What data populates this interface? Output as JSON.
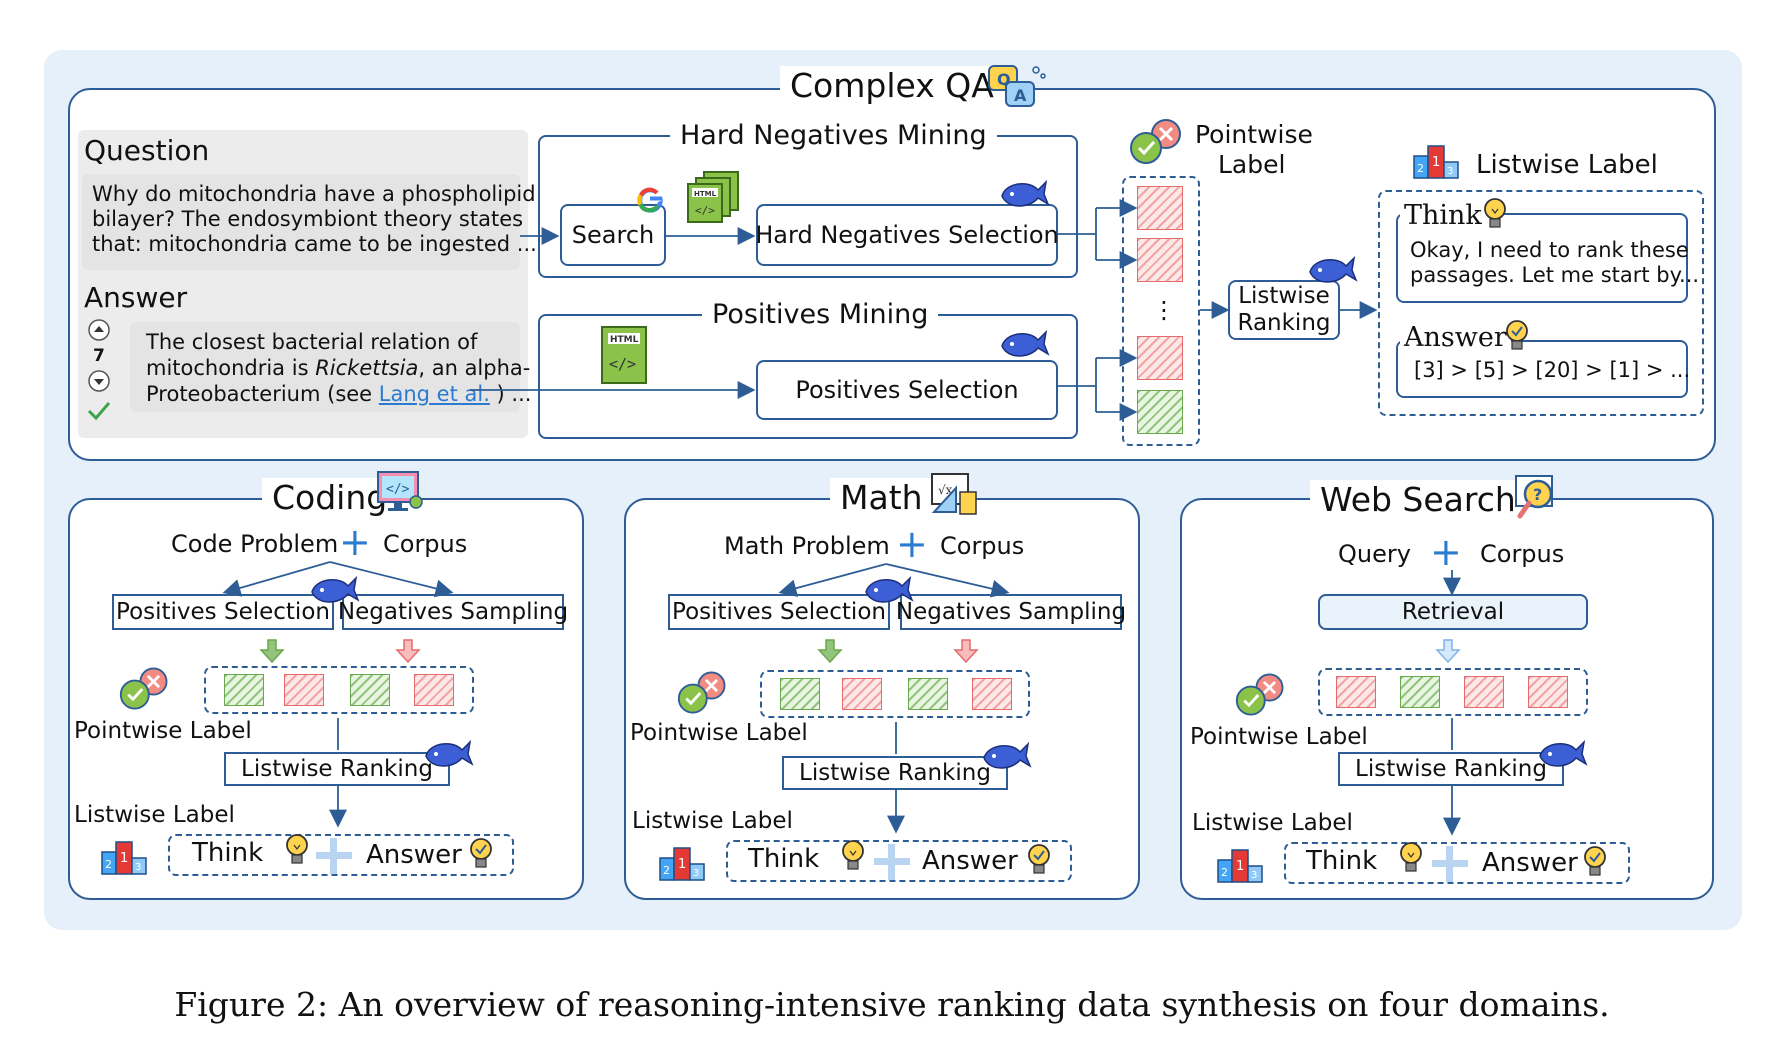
{
  "caption": "Figure 2: An overview of reasoning-intensive ranking data synthesis on four domains.",
  "complex_qa": {
    "title": "Complex QA",
    "question_heading": "Question",
    "question_lines": [
      "Why do mitochondria have a phospholipid",
      "bilayer? The endosymbiont theory states",
      "that: mitochondria came to be ingested ..."
    ],
    "answer_heading": "Answer",
    "vote_count": "7",
    "answer_line1": "The closest bacterial relation of",
    "answer_line2_pre": "mitochondria is ",
    "answer_line2_italic": "Rickettsia",
    "answer_line2_post": ", an alpha-",
    "answer_line3_pre": "Proteobacterium (see ",
    "answer_line3_link": "Lang et al.",
    "answer_line3_post": " ) ...",
    "hard_neg_title": "Hard Negatives Mining",
    "search_label": "Search",
    "hard_neg_selection": "Hard Negatives Selection",
    "pos_mining_title": "Positives Mining",
    "pos_selection": "Positives Selection",
    "pointwise_label": [
      "Pointwise",
      "Label"
    ],
    "ellipsis": "⋮",
    "listwise_ranking": [
      "Listwise",
      "Ranking"
    ],
    "listwise_label": "Listwise Label",
    "think": "Think",
    "think_text": [
      "Okay, I need to rank these",
      "passages. Let me start by..."
    ],
    "answer": "Answer",
    "answer_text": "[3] > [5] > [20] > [1] > ..."
  },
  "coding": {
    "title": "Coding",
    "problem": "Code Problem",
    "corpus": "Corpus",
    "pos_sel": "Positives Selection",
    "neg_samp": "Negatives Sampling",
    "pointwise": "Pointwise Label",
    "listwise_ranking": "Listwise Ranking",
    "listwise_label": "Listwise Label",
    "think": "Think",
    "answer": "Answer"
  },
  "math": {
    "title": "Math",
    "problem": "Math Problem",
    "corpus": "Corpus",
    "pos_sel": "Positives Selection",
    "neg_samp": "Negatives Sampling",
    "pointwise": "Pointwise Label",
    "listwise_ranking": "Listwise Ranking",
    "listwise_label": "Listwise Label",
    "think": "Think",
    "answer": "Answer"
  },
  "web": {
    "title": "Web Search",
    "query": "Query",
    "corpus": "Corpus",
    "retrieval": "Retrieval",
    "pointwise": "Pointwise Label",
    "listwise_ranking": "Listwise Ranking",
    "listwise_label": "Listwise Label",
    "think": "Think",
    "answer": "Answer"
  },
  "icons": {
    "html": "HTML",
    "code": "</>",
    "podium": [
      "2",
      "1",
      "3"
    ]
  },
  "colors": {
    "accent": "#2e5d96",
    "positive": "#93c47d",
    "negative": "#f2a3a3",
    "background": "#e6f0fa"
  }
}
